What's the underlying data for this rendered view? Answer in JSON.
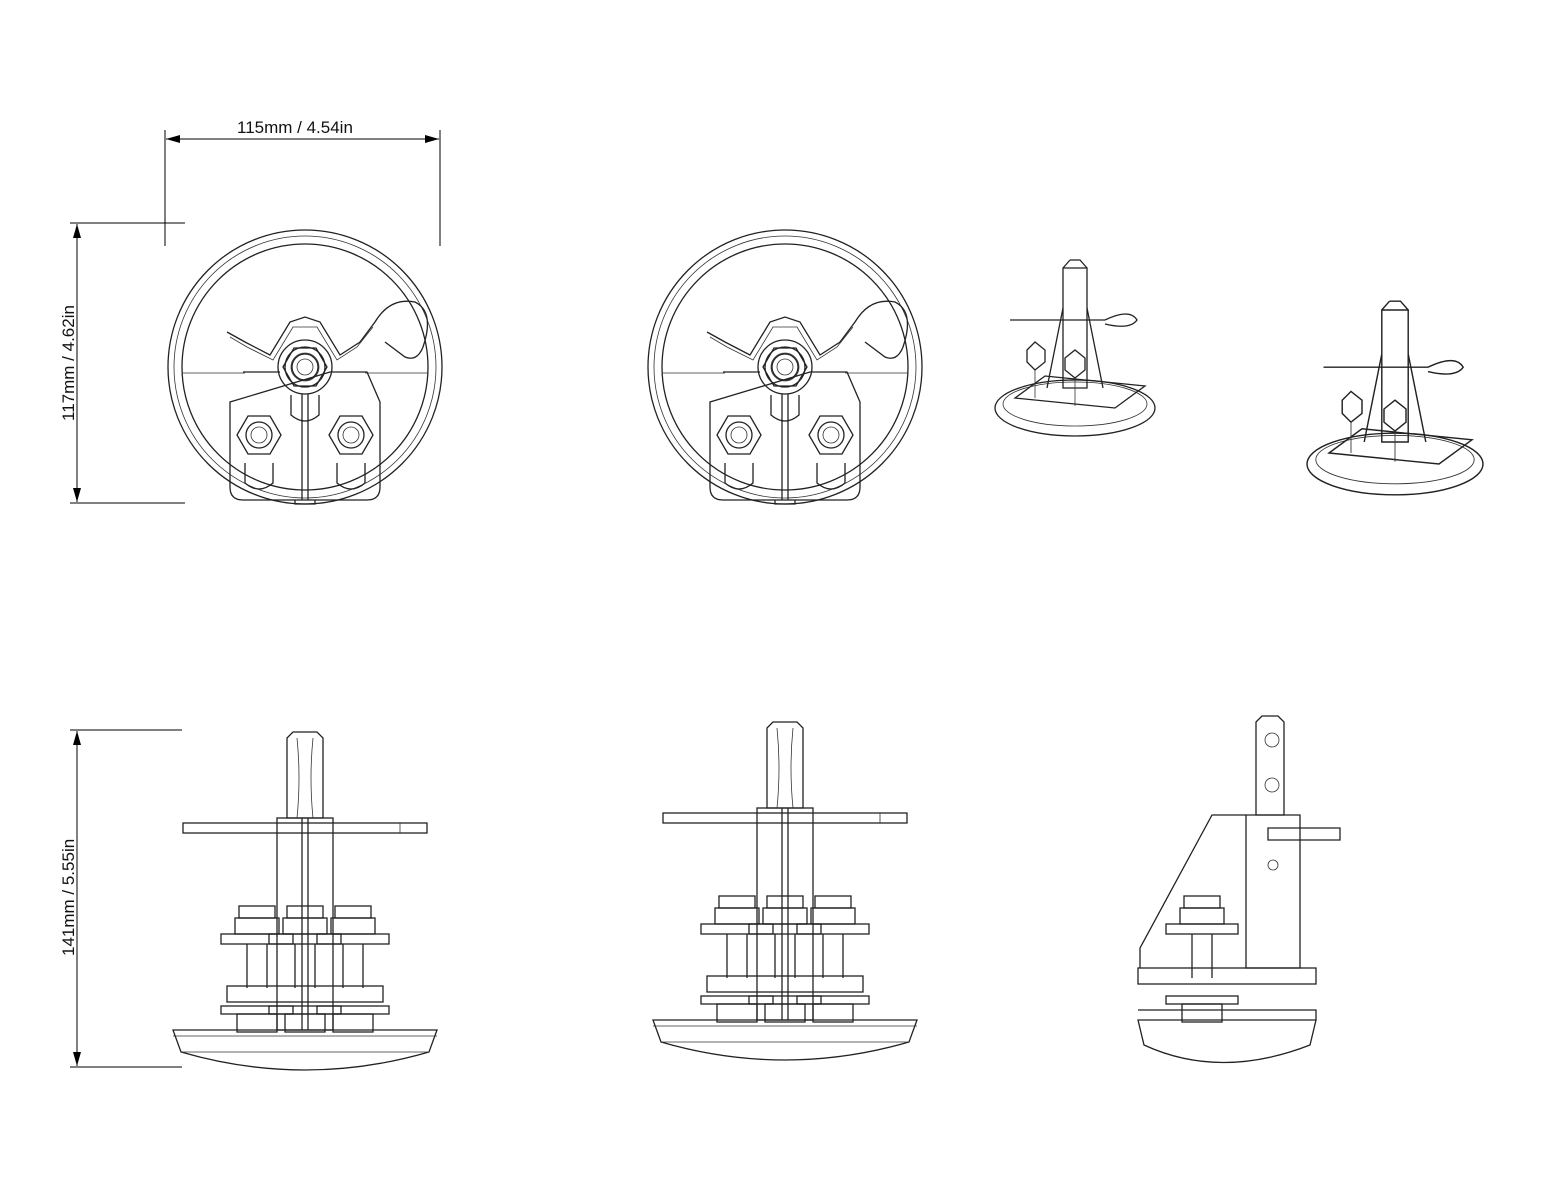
{
  "dimensions": {
    "width": "115mm / 4.54in",
    "height_front": "117mm / 4.62in",
    "height_side": "141mm / 5.55in"
  },
  "colors": {
    "line": "#222222",
    "background": "#ffffff"
  }
}
